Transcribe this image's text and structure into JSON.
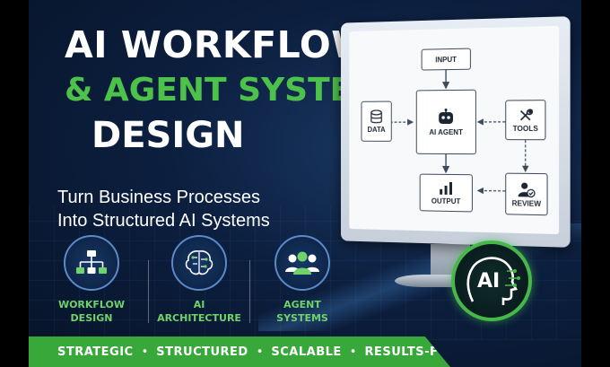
{
  "title": {
    "line1": "AI WORKFLOW",
    "line2": "& AGENT SYSTEM",
    "line3": "DESIGN"
  },
  "subtitle": {
    "line1": "Turn Business Processes",
    "line2": "Into Structured AI Systems"
  },
  "features": [
    {
      "line1": "WORKFLOW",
      "line2": "DESIGN",
      "icon": "workflow-icon"
    },
    {
      "line1": "AI",
      "line2": "ARCHITECTURE",
      "icon": "brain-icon"
    },
    {
      "line1": "AGENT",
      "line2": "SYSTEMS",
      "icon": "people-icon"
    }
  ],
  "bottom_bar": [
    "STRATEGIC",
    "STRUCTURED",
    "SCALABLE",
    "RESULTS-FOCUSED"
  ],
  "bottom_bar_separator": "•",
  "diagram": {
    "input": "INPUT",
    "data": "DATA",
    "agent": "AI AGENT",
    "tools": "TOOLS",
    "output": "OUTPUT",
    "review": "REVIEW"
  },
  "badge": {
    "text": "AI"
  },
  "colors": {
    "accent_green": "#4cc24a",
    "navy": "#0c1f3f",
    "bar_green": "#38a83a"
  }
}
